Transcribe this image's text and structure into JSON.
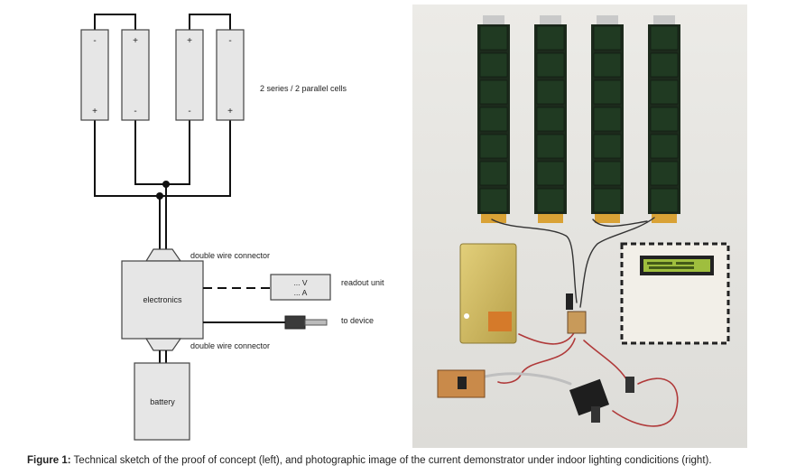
{
  "diagram": {
    "cells": [
      {
        "top_terminal": "-",
        "bottom_terminal": "+"
      },
      {
        "top_terminal": "+",
        "bottom_terminal": "-"
      },
      {
        "top_terminal": "+",
        "bottom_terminal": "-"
      },
      {
        "top_terminal": "-",
        "bottom_terminal": "+"
      }
    ],
    "cells_label": "2 series / 2 parallel cells",
    "connector_top_label": "double wire connector",
    "connector_bottom_label": "double wire connector",
    "electronics_label": "electronics",
    "readout": {
      "line1": "... V",
      "line2": "... A",
      "label": "readout unit"
    },
    "device_label": "to device",
    "battery_label": "battery"
  },
  "photo": {
    "solar_panel_count": 4,
    "colors": {
      "background": "#e4e3df",
      "panel": "#1c2a1c",
      "panel_cell": "#203a22",
      "tab": "#d9a236",
      "wire_red": "#b03a3a",
      "lcd": "#9fbe3e",
      "pcb_gold": "#cfb55a"
    }
  },
  "caption": {
    "label": "Figure 1:",
    "text": " Technical sketch of the proof of concept (left), and photographic image of the current demonstrator under indoor lighting condicitions (right)."
  }
}
